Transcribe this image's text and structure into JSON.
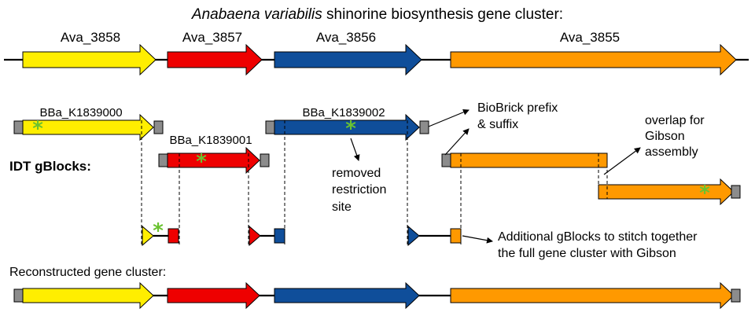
{
  "title": {
    "italic": "Anabaena variabilis",
    "rest": " shinorine biosynthesis gene cluster:"
  },
  "genes": [
    "Ava_3858",
    "Ava_3857",
    "Ava_3856",
    "Ava_3855"
  ],
  "gblocks": [
    "BBa_K1839000",
    "BBa_K1839001",
    "BBa_K1839002"
  ],
  "labels": {
    "idt": "IDT gBlocks:",
    "reconstructed": "Reconstructed gene cluster:"
  },
  "annotations": {
    "biobrick": [
      "BioBrick prefix",
      "& suffix"
    ],
    "overlap": [
      "overlap for",
      "Gibson",
      "assembly"
    ],
    "removed": [
      "removed",
      "restriction",
      "site"
    ],
    "additional": [
      "Additional gBlocks to stitch together",
      "the full gene cluster with Gibson"
    ]
  },
  "colors": {
    "yellow": "#ffee00",
    "red": "#ee0000",
    "blue": "#0f4e9a",
    "orange": "#ff9900",
    "cap": "#8c8c8c",
    "star": "#6ac230"
  },
  "icons": {
    "star": "asterisk-star",
    "arrow": "callout-arrow"
  }
}
